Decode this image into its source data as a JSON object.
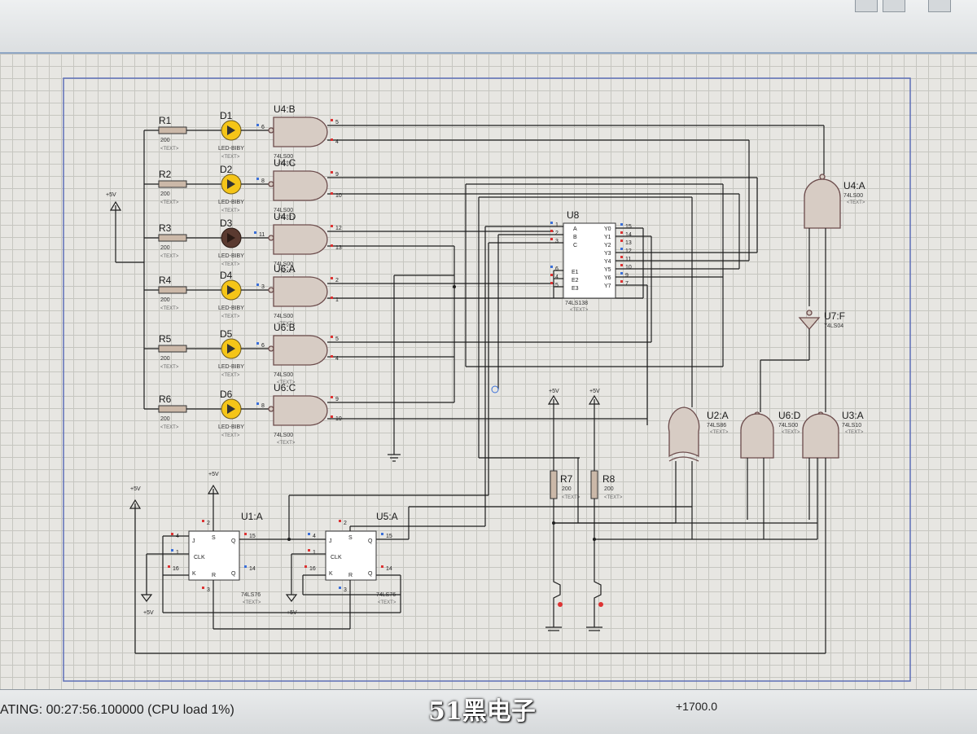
{
  "status": {
    "simulation_text": "ATING: 00:27:56.100000 (CPU load 1%)",
    "coordinate": "+1700.0",
    "watermark": "51黑电子"
  },
  "colors": {
    "led_on": "#f5c518",
    "led_off": "#5a3a30",
    "wire": "#1d1d1d",
    "gate_fill": "#d7ccc4",
    "pin_red": "#dd3333",
    "pin_blue": "#3a6fd8",
    "grid": "#c6c6c0",
    "canvas": "#e7e6e2"
  },
  "resistors": [
    {
      "ref": "R1",
      "value": "200",
      "text": "<TEXT>"
    },
    {
      "ref": "R2",
      "value": "200",
      "text": "<TEXT>"
    },
    {
      "ref": "R3",
      "value": "200",
      "text": "<TEXT>"
    },
    {
      "ref": "R4",
      "value": "200",
      "text": "<TEXT>"
    },
    {
      "ref": "R5",
      "value": "200",
      "text": "<TEXT>"
    },
    {
      "ref": "R6",
      "value": "200",
      "text": "<TEXT>"
    }
  ],
  "leds": [
    {
      "ref": "D1",
      "model": "LED-BIBY",
      "text": "<TEXT>",
      "lit": true
    },
    {
      "ref": "D2",
      "model": "LED-BIBY",
      "text": "<TEXT>",
      "lit": true
    },
    {
      "ref": "D3",
      "model": "LED-BIBY",
      "text": "<TEXT>",
      "lit": false
    },
    {
      "ref": "D4",
      "model": "LED-BIBY",
      "text": "<TEXT>",
      "lit": true
    },
    {
      "ref": "D5",
      "model": "LED-BIBY",
      "text": "<TEXT>",
      "lit": true
    },
    {
      "ref": "D6",
      "model": "LED-BIBY",
      "text": "<TEXT>",
      "lit": true
    }
  ],
  "nand_gates": [
    {
      "ref": "U4:B",
      "model": "74LS00",
      "text": "<TEXT>",
      "out_pin": "6",
      "in_pins": [
        "5",
        "4"
      ]
    },
    {
      "ref": "U4:C",
      "model": "74LS00",
      "text": "<TEXT>",
      "out_pin": "8",
      "in_pins": [
        "9",
        "10"
      ]
    },
    {
      "ref": "U4:D",
      "model": "74LS00",
      "text": "<TEXT>",
      "out_pin": "11",
      "in_pins": [
        "12",
        "13"
      ]
    },
    {
      "ref": "U6:A",
      "model": "74LS00",
      "text": "<TEXT>",
      "out_pin": "3",
      "in_pins": [
        "2",
        "1"
      ]
    },
    {
      "ref": "U6:B",
      "model": "74LS00",
      "text": "<TEXT>",
      "out_pin": "6",
      "in_pins": [
        "5",
        "4"
      ]
    },
    {
      "ref": "U6:C",
      "model": "74LS00",
      "text": "<TEXT>",
      "out_pin": "8",
      "in_pins": [
        "9",
        "10"
      ]
    }
  ],
  "decoder": {
    "ref": "U8",
    "model": "74LS138",
    "text": "<TEXT>",
    "left_pins": [
      {
        "num": "1",
        "name": "A"
      },
      {
        "num": "2",
        "name": "B"
      },
      {
        "num": "3",
        "name": "C"
      },
      {
        "num": "6",
        "name": "E1"
      },
      {
        "num": "4",
        "name": "E2"
      },
      {
        "num": "5",
        "name": "E3"
      }
    ],
    "right_pins": [
      {
        "num": "15",
        "name": "Y0"
      },
      {
        "num": "14",
        "name": "Y1"
      },
      {
        "num": "13",
        "name": "Y2"
      },
      {
        "num": "12",
        "name": "Y3"
      },
      {
        "num": "11",
        "name": "Y4"
      },
      {
        "num": "10",
        "name": "Y5"
      },
      {
        "num": "9",
        "name": "Y6"
      },
      {
        "num": "7",
        "name": "Y7"
      }
    ]
  },
  "right_gates": {
    "u4a": {
      "ref": "U4:A",
      "model": "74LS00",
      "text": "<TEXT>"
    },
    "u7f": {
      "ref": "U7:F",
      "model": "74LS04"
    },
    "u2a": {
      "ref": "U2:A",
      "model": "74LS86",
      "text": "<TEXT>"
    },
    "u6d": {
      "ref": "U6:D",
      "model": "74LS00",
      "text": "<TEXT>"
    },
    "u3a": {
      "ref": "U3:A",
      "model": "74LS10",
      "text": "<TEXT>"
    }
  },
  "flipflops": [
    {
      "ref": "U1:A",
      "model": "74LS76",
      "text": "<TEXT>",
      "pins": {
        "j": "4",
        "clk": "1",
        "k": "16",
        "q": "15",
        "qn": "14",
        "s": "2",
        "r": "3"
      },
      "labels": {
        "j": "J",
        "clk": "CLK",
        "k": "K",
        "q": "Q",
        "qn": "Q",
        "s": "S",
        "r": "R"
      }
    },
    {
      "ref": "U5:A",
      "model": "74LS76",
      "text": "<TEXT>",
      "pins": {
        "j": "4",
        "clk": "1",
        "k": "16",
        "q": "15",
        "qn": "14",
        "s": "2",
        "r": "3"
      },
      "labels": {
        "j": "J",
        "clk": "CLK",
        "k": "K",
        "q": "Q",
        "qn": "Q",
        "s": "S",
        "r": "R"
      }
    }
  ],
  "bottom_resistors": [
    {
      "ref": "R7",
      "value": "200",
      "text": "<TEXT>"
    },
    {
      "ref": "R8",
      "value": "200",
      "text": "<TEXT>"
    }
  ],
  "power_labels": {
    "left_rail": "+5V",
    "u1_top": "+5V",
    "ff_left": "+5V",
    "u1_bottom": "+5V",
    "u5_bottom": "+5V",
    "r7_top": "+5V",
    "r8_top": "+5V"
  }
}
